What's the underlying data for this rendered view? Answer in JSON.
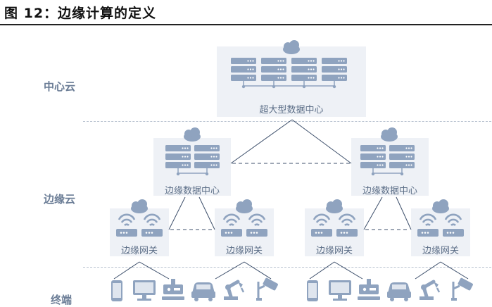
{
  "figure": {
    "title": "图 12：边缘计算的定义"
  },
  "tiers": {
    "center_cloud": "中心云",
    "edge_cloud": "边缘云",
    "terminal": "终端"
  },
  "nodes": {
    "datacenter": "超大型数据中心",
    "edge_dc_left": "边缘数据中心",
    "edge_dc_right": "边缘数据中心",
    "gateway_1": "边缘网关",
    "gateway_2": "边缘网关",
    "gateway_3": "边缘网关",
    "gateway_4": "边缘网关"
  },
  "icons": {
    "cloud": "cloud-icon",
    "server": "server-rack-icon",
    "wifi": "wifi-router-icon",
    "devices": [
      "phone-icon",
      "monitor-icon",
      "sensor-icon",
      "car-icon",
      "robot-arm-icon",
      "camera-icon"
    ]
  },
  "colors": {
    "icon": "#8fa3bf",
    "box": "#eef1f6",
    "label": "#5d6f88",
    "tier_label": "#6b7d96"
  }
}
